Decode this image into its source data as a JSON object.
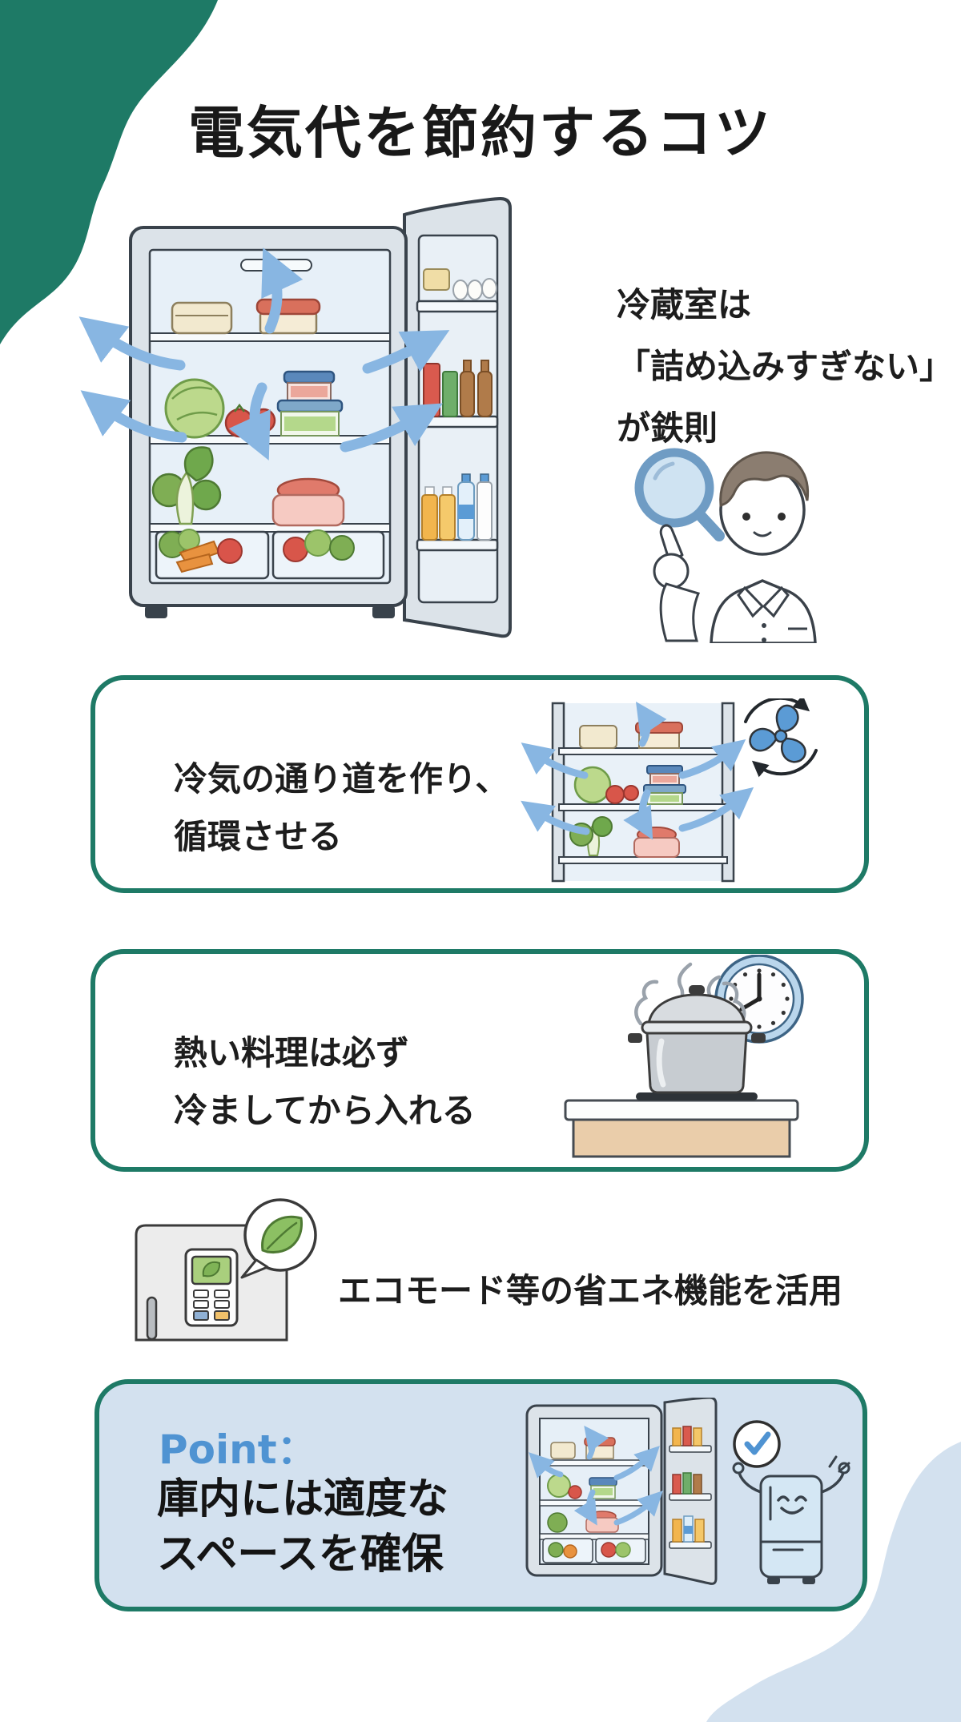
{
  "page": {
    "title": "電気代を節約するコツ",
    "colors": {
      "accent_green": "#1E7A66",
      "point_blue": "#4F93D2",
      "blob_blue": "#D3E1EF",
      "arrow_blue": "#88B6E2",
      "text_black": "#1A1A1A"
    }
  },
  "intro": {
    "lines": [
      "冷蔵室は",
      "「詰め込みすぎない」",
      "が鉄則"
    ],
    "illustrations": [
      "open-fridge-illustration",
      "magnifier-icon",
      "pointing-man-illustration"
    ]
  },
  "tips": [
    {
      "lines": [
        "冷気の通り道を作り、",
        "循環させる"
      ],
      "icons": [
        "mini-fridge-airflow-illustration",
        "fan-icon"
      ]
    },
    {
      "lines": [
        "熱い料理は必ず",
        "冷ましてから入れる"
      ],
      "icons": [
        "steaming-pot-illustration",
        "clock-icon"
      ]
    },
    {
      "lines": [
        "エコモード等の省エネ機能を活用"
      ],
      "icons": [
        "fridge-eco-panel-illustration",
        "leaf-icon"
      ]
    }
  ],
  "point": {
    "label": "Point：",
    "lines": [
      "庫内には適度な",
      "スペースを確保"
    ],
    "icons": [
      "mini-open-fridge-illustration",
      "check-icon",
      "happy-fridge-character"
    ]
  }
}
